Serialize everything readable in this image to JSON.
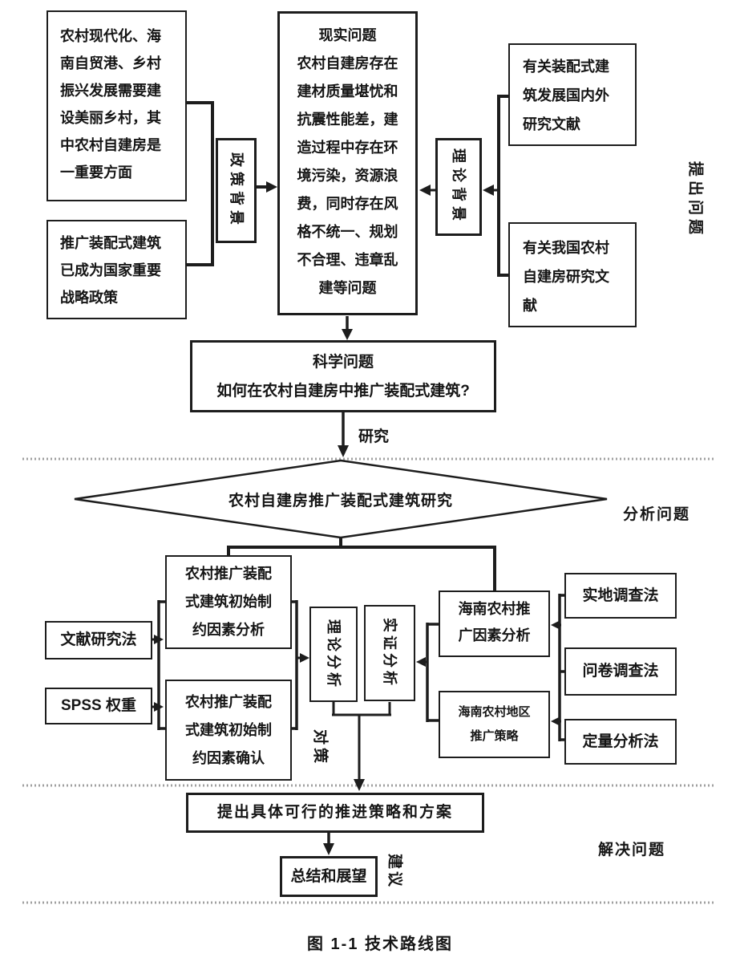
{
  "figure": {
    "caption": "图 1-1 技术路线图"
  },
  "stage_labels": {
    "raise": "提出问题",
    "analyze": "分析问题",
    "solve": "解决问题"
  },
  "top": {
    "policy_box1": "农村现代化、海\n南自贸港、乡村\n振兴发展需要建\n设美丽乡村，其\n中农村自建房是\n一重要方面",
    "policy_box2": "推广装配式建筑\n已成为国家重要\n战略政策",
    "policy_label": "政策背景",
    "reality_title": "现实问题",
    "reality_body": "农村自建房存在\n建材质量堪忧和\n抗震性能差，建\n造过程中存在环\n境污染，资源浪\n费，同时存在风\n格不统一、规划\n不合理、违章乱\n建等问题",
    "theory_label": "理论背景",
    "lit_box1": "有关装配式建\n筑发展国内外\n研究文献",
    "lit_box2": "有关我国农村\n自建房研究文\n献"
  },
  "science": {
    "title": "科学问题",
    "question": "如何在农村自建房中推广装配式建筑?",
    "research_label": "研究"
  },
  "diamond": {
    "label": "农村自建房推广装配式建筑研究"
  },
  "middle": {
    "factor_analysis": "农村推广装配\n式建筑初始制\n约因素分析",
    "factor_confirm": "农村推广装配\n式建筑初始制\n约因素确认",
    "method_literature": "文献研究法",
    "method_spss": "SPSS 权重",
    "theory_analysis": "理论分析",
    "empirical_analysis": "实证分析",
    "countermeasure_label": "对策",
    "hainan_factor": "海南农村推\n广因素分析",
    "hainan_strategy": "海南农村地区\n推广策略",
    "method_field": "实地调查法",
    "method_survey": "问卷调查法",
    "method_quant": "定量分析法"
  },
  "bottom": {
    "proposal": "提出具体可行的推进策略和方案",
    "summary": "总结和展望",
    "suggestion_label": "建议"
  },
  "colors": {
    "line": "#1d1d1d",
    "divider": "#a0a0a0"
  }
}
